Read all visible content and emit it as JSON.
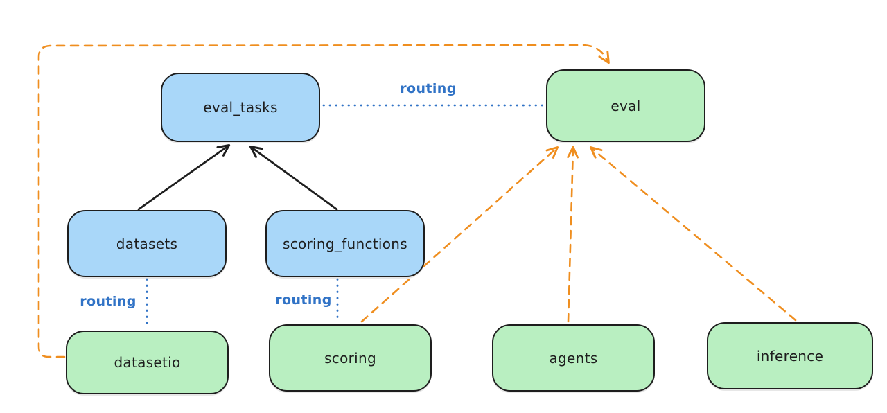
{
  "diagram": {
    "background": "#ffffff",
    "palette": {
      "node_fill_blue": "#a9d7f9",
      "node_fill_green": "#b9efc1",
      "node_border": "#1e1e1e",
      "routing_blue": "#3173c6",
      "provider_orange": "#ef8e1f",
      "arrow_black": "#1e1e1e",
      "canvas_bg": "#ffffff"
    },
    "nodes": [
      {
        "id": "eval_tasks",
        "label": "eval_tasks",
        "color": "blue"
      },
      {
        "id": "eval",
        "label": "eval",
        "color": "green"
      },
      {
        "id": "datasets",
        "label": "datasets",
        "color": "blue"
      },
      {
        "id": "scoring_functions",
        "label": "scoring_functions",
        "color": "blue"
      },
      {
        "id": "datasetio",
        "label": "datasetio",
        "color": "green"
      },
      {
        "id": "scoring",
        "label": "scoring",
        "color": "green"
      },
      {
        "id": "agents",
        "label": "agents",
        "color": "green"
      },
      {
        "id": "inference",
        "label": "inference",
        "color": "green"
      }
    ],
    "edges": [
      {
        "from": "datasets",
        "to": "eval_tasks",
        "style": "solid-black-arrow",
        "label": ""
      },
      {
        "from": "scoring_functions",
        "to": "eval_tasks",
        "style": "solid-black-arrow",
        "label": ""
      },
      {
        "from": "eval_tasks",
        "to": "eval",
        "style": "dotted-blue",
        "label": "routing"
      },
      {
        "from": "datasets",
        "to": "datasetio",
        "style": "dotted-blue",
        "label": "routing"
      },
      {
        "from": "scoring_functions",
        "to": "scoring",
        "style": "dotted-blue",
        "label": "routing"
      },
      {
        "from": "datasetio",
        "to": "eval",
        "style": "dashed-orange-arrow",
        "label": ""
      },
      {
        "from": "scoring",
        "to": "eval",
        "style": "dashed-orange-arrow",
        "label": ""
      },
      {
        "from": "agents",
        "to": "eval",
        "style": "dashed-orange-arrow",
        "label": ""
      },
      {
        "from": "inference",
        "to": "eval",
        "style": "dashed-orange-arrow",
        "label": ""
      }
    ]
  }
}
